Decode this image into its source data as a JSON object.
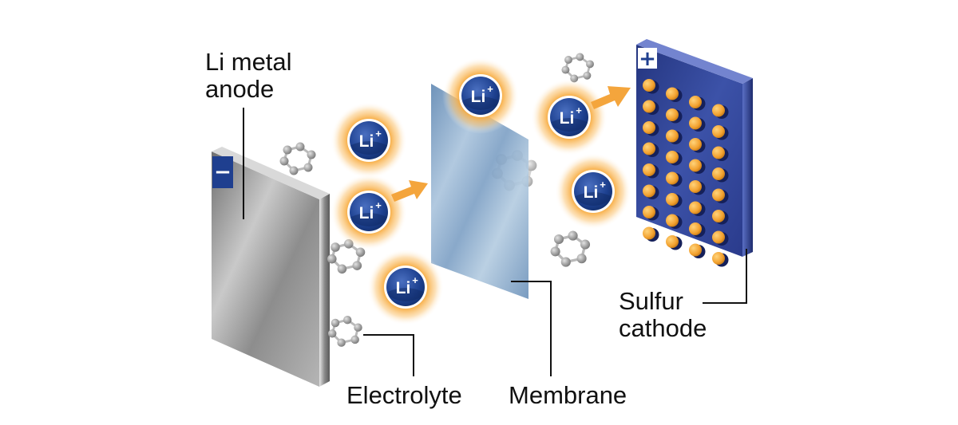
{
  "labels": {
    "anode_line1": "Li metal",
    "anode_line2": "anode",
    "electrolyte": "Electrolyte",
    "membrane": "Membrane",
    "cathode_line1": "Sulfur",
    "cathode_line2": "cathode"
  },
  "ion": {
    "symbol": "Li",
    "charge": "+"
  },
  "signs": {
    "anode": "−",
    "cathode": "+"
  },
  "colors": {
    "ion_blue": "#1c3f8e",
    "glow_orange": "#f7a93a",
    "arrow_orange": "#f4a53c",
    "cathode_blue": "#2d3f92",
    "sulfur_dot": "#f2a12f",
    "anode_gray": "#9a9a9a",
    "membrane_blue": "#7fa3c7"
  },
  "icons": [
    "negative-sign-icon",
    "positive-sign-icon",
    "arrow-icon",
    "molecule-icon"
  ]
}
